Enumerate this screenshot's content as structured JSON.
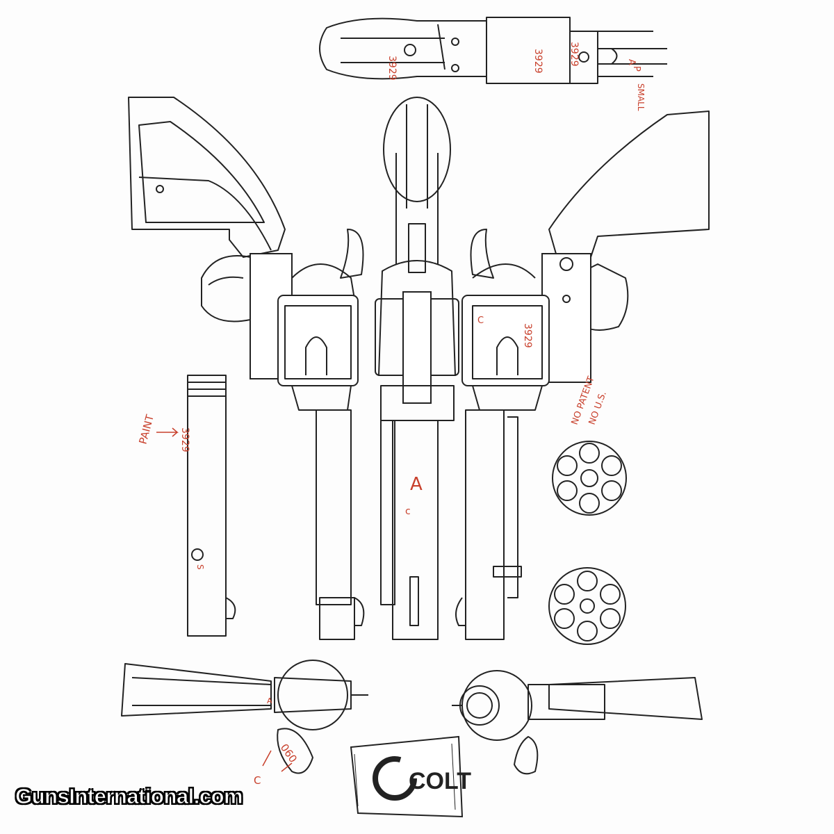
{
  "annotations": {
    "top_serial_1": "3929",
    "top_serial_2": "3929",
    "top_serial_3": "3929",
    "top_letter_a": "A",
    "top_letter_p": "P",
    "top_small": "SMALL",
    "cylinder_serial": "3929",
    "cylinder_c": "C",
    "barrel_c": "c",
    "barrel_mark": "A",
    "paint_label": "PAINT",
    "ejector_serial": "3929",
    "ejector_mark": "S",
    "no_patent": "NO PATENT",
    "no_us": "NO U.S.",
    "bottom_a": "A",
    "bottom_060": "060",
    "bottom_c": "C"
  },
  "logo": {
    "text": "COLT"
  },
  "watermark": {
    "text": "GunsInternational.com"
  },
  "colors": {
    "annotation": "#c8402c",
    "line": "#222222"
  }
}
